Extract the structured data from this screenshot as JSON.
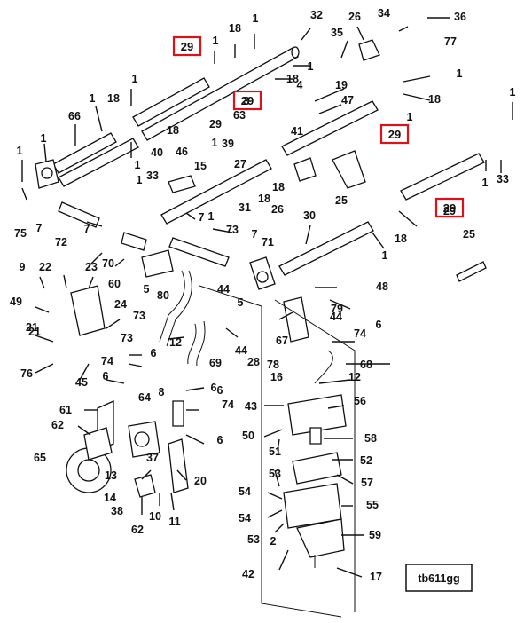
{
  "drawing_ref": "tb611gg",
  "callouts": [
    "29",
    "29",
    "29",
    "29"
  ],
  "labels": [
    "1",
    "18",
    "1",
    "32",
    "26",
    "34",
    "36",
    "77",
    "35",
    "1",
    "18",
    "1",
    "1",
    "18",
    "1",
    "1",
    "4",
    "19",
    "47",
    "1",
    "18",
    "1",
    "1",
    "33",
    "66",
    "1",
    "18",
    "40",
    "29",
    "3",
    "63",
    "39",
    "41",
    "1",
    "1",
    "18",
    "46",
    "15",
    "27",
    "25",
    "33",
    "1",
    "18",
    "26",
    "75",
    "7",
    "31",
    "29",
    "7",
    "72",
    "30",
    "7",
    "73",
    "1",
    "18",
    "7",
    "71",
    "70",
    "1",
    "60",
    "5",
    "25",
    "9",
    "22",
    "23",
    "80",
    "44",
    "5",
    "48",
    "21",
    "49",
    "24",
    "73",
    "79",
    "67",
    "44",
    "6",
    "74",
    "21",
    "73",
    "12",
    "69",
    "44",
    "6",
    "28",
    "78",
    "68",
    "76",
    "74",
    "45",
    "16",
    "12",
    "6",
    "6",
    "8",
    "6",
    "43",
    "56",
    "61",
    "64",
    "74",
    "62",
    "50",
    "58",
    "65",
    "13",
    "6",
    "51",
    "52",
    "37",
    "57",
    "14",
    "20",
    "53",
    "38",
    "62",
    "10",
    "11",
    "54",
    "55",
    "54",
    "53",
    "59",
    "2",
    "42",
    "17"
  ]
}
